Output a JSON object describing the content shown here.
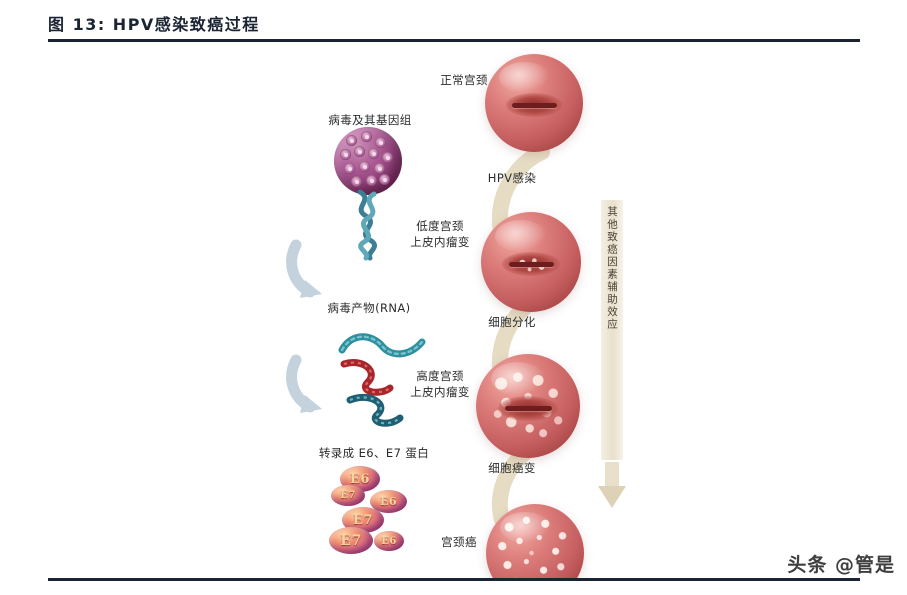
{
  "figure": {
    "number": "13",
    "title": "图  13:  HPV感染致癌过程",
    "caption_prefix": "图",
    "caption_text": "HPV感染致癌过程"
  },
  "colors": {
    "rule": "#1b2433",
    "title_text": "#1b2433",
    "arrow_beige": "#e6dcc4",
    "arrow_grey_blue": "#c3d2dc",
    "virus_purple": "#8d3f72",
    "cervix_red": "#c65f61",
    "rna_teal": "#2e8f9e",
    "mrna_red": "#a8262b",
    "side_band": "#e9e0cc",
    "label_text": "#2b2b2b"
  },
  "left_column": {
    "items": [
      {
        "id": "virus-genome",
        "label": "病毒及其基因组",
        "icon": "virus-capsid-icon"
      },
      {
        "id": "virus-product",
        "label": "病毒产物(RNA)",
        "icon": "rna-strand-icon"
      },
      {
        "id": "protein-transcription",
        "label": "转录成 E6、E7 蛋白",
        "icon": "protein-blob-icon"
      }
    ],
    "proteins": [
      {
        "label": "E6"
      },
      {
        "label": "E7"
      },
      {
        "label": "E6"
      },
      {
        "label": "E7"
      },
      {
        "label": "E6"
      }
    ],
    "arrow_icons": [
      "curved-arrow-down-icon",
      "curved-arrow-down-icon",
      "curved-arrow-down-icon"
    ]
  },
  "right_column": {
    "stages": [
      {
        "id": "normal-cervix",
        "label": "正常宫颈"
      },
      {
        "id": "low-grade-cin",
        "label": "低度宫颈\n上皮内瘤变"
      },
      {
        "id": "high-grade-cin",
        "label": "高度宫颈\n上皮内瘤变"
      },
      {
        "id": "cervical-cancer",
        "label": "宫颈癌"
      }
    ],
    "transitions": [
      {
        "id": "hpv-infection",
        "label": "HPV感染"
      },
      {
        "id": "cell-differentiation",
        "label": "细胞分化"
      },
      {
        "id": "cell-canceration",
        "label": "细胞癌变"
      }
    ]
  },
  "side_annotation": {
    "label": "其他致癌因素辅助效应",
    "arrow_icon": "arrow-down-icon"
  },
  "watermark": {
    "text": "头条 @管是"
  }
}
